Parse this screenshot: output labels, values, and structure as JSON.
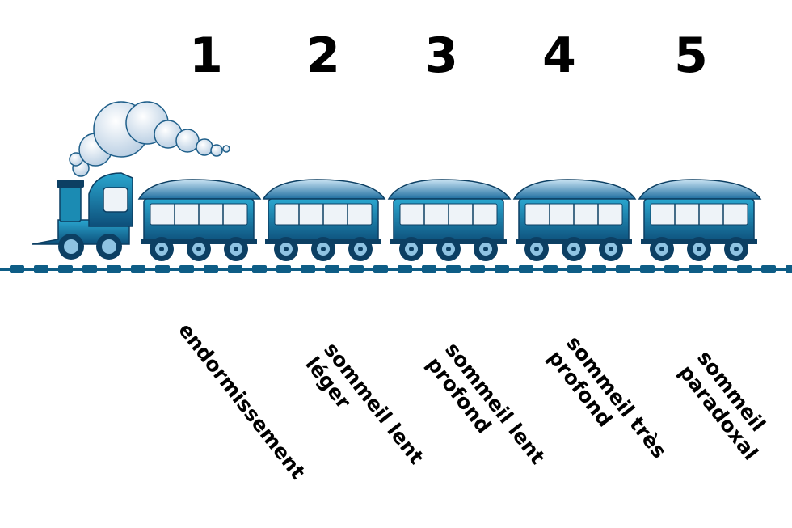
{
  "stages": [
    {
      "number": "1",
      "lines": [
        "endormissement"
      ]
    },
    {
      "number": "2",
      "lines": [
        "sommeil lent",
        "léger"
      ]
    },
    {
      "number": "3",
      "lines": [
        "sommeil lent",
        "profond"
      ]
    },
    {
      "number": "4",
      "lines": [
        "sommeil très",
        "profond"
      ]
    },
    {
      "number": "5",
      "lines": [
        "sommeil",
        "paradoxal"
      ]
    }
  ],
  "colors": {
    "roof": "#1f6fa0",
    "body": "#1b8bb3",
    "dark": "#0c3f63",
    "window": "#eef3f8",
    "smoke": "#e4ecf4",
    "track": "#0e5d86",
    "text": "#000000"
  },
  "icons": [
    "locomotive-icon",
    "train-car-icon",
    "smoke-cloud-icon",
    "rail-track-icon"
  ]
}
